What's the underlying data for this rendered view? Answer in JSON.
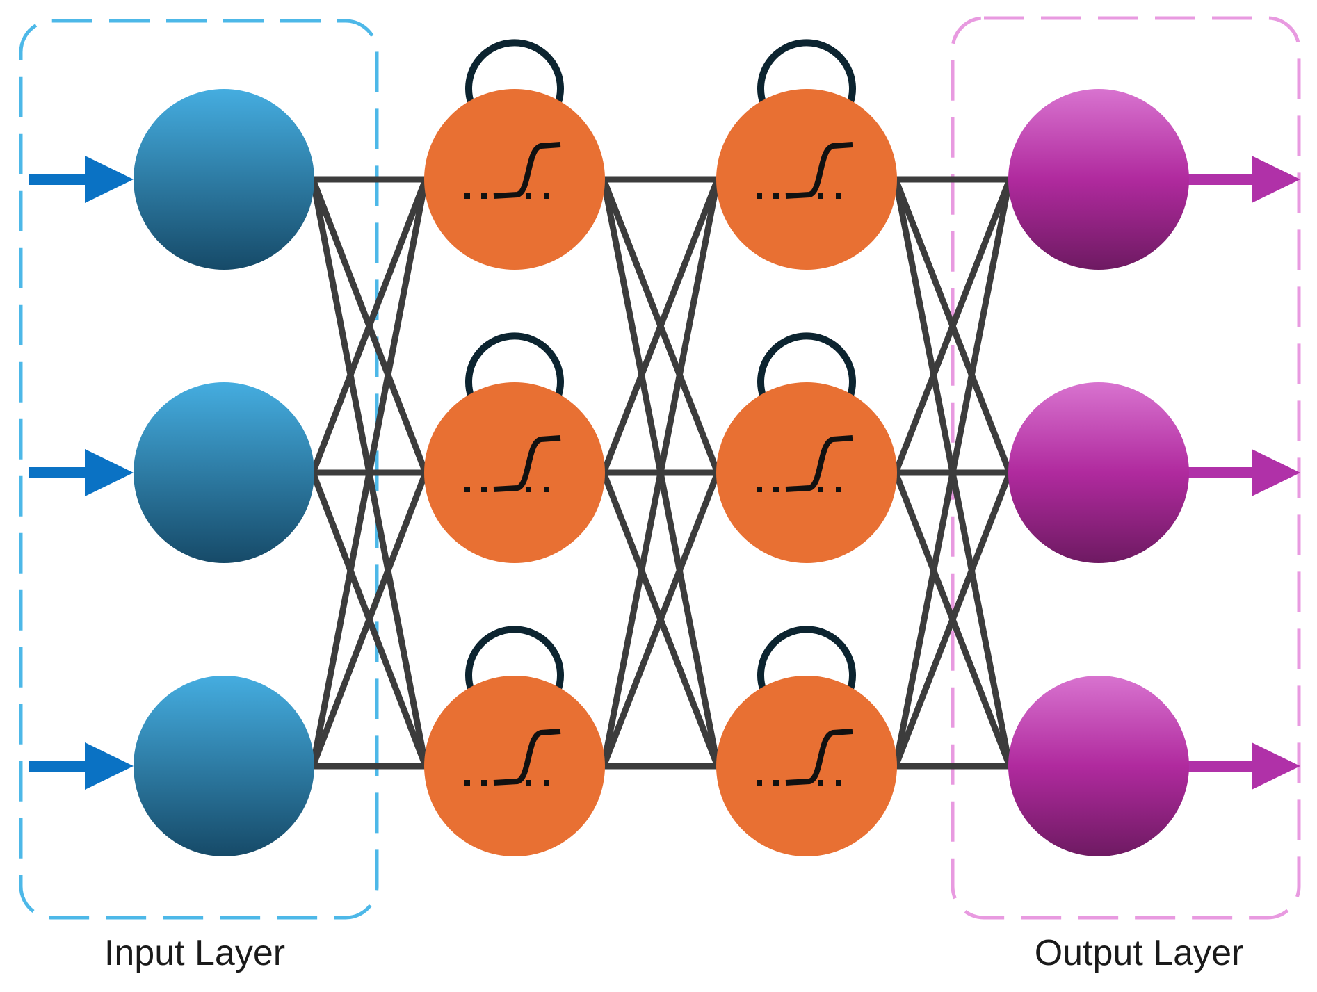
{
  "labels": {
    "input_layer": "Input Layer",
    "output_layer": "Output Layer"
  },
  "colors": {
    "input_box": "#4db8e8",
    "output_box": "#e89ae0",
    "input_node_top": "#45ade0",
    "input_node_bottom": "#164a68",
    "hidden_node": "#e87033",
    "output_node_top": "#d873cf",
    "output_node_mid": "#b02a9e",
    "output_node_bottom": "#6e1a62",
    "edge": "#3c3c3c",
    "self_loop": "#0c2430",
    "input_arrow": "#0a72c4",
    "output_arrow": "#b031a8",
    "activation": "#111111"
  },
  "network": {
    "layers": [
      {
        "role": "input",
        "nodes": 3
      },
      {
        "role": "hidden",
        "nodes": 3,
        "activation": "sigmoid-icon",
        "recurrent": true
      },
      {
        "role": "hidden",
        "nodes": 3,
        "activation": "sigmoid-icon",
        "recurrent": true
      },
      {
        "role": "output",
        "nodes": 3
      }
    ],
    "connections": "fully-connected"
  }
}
